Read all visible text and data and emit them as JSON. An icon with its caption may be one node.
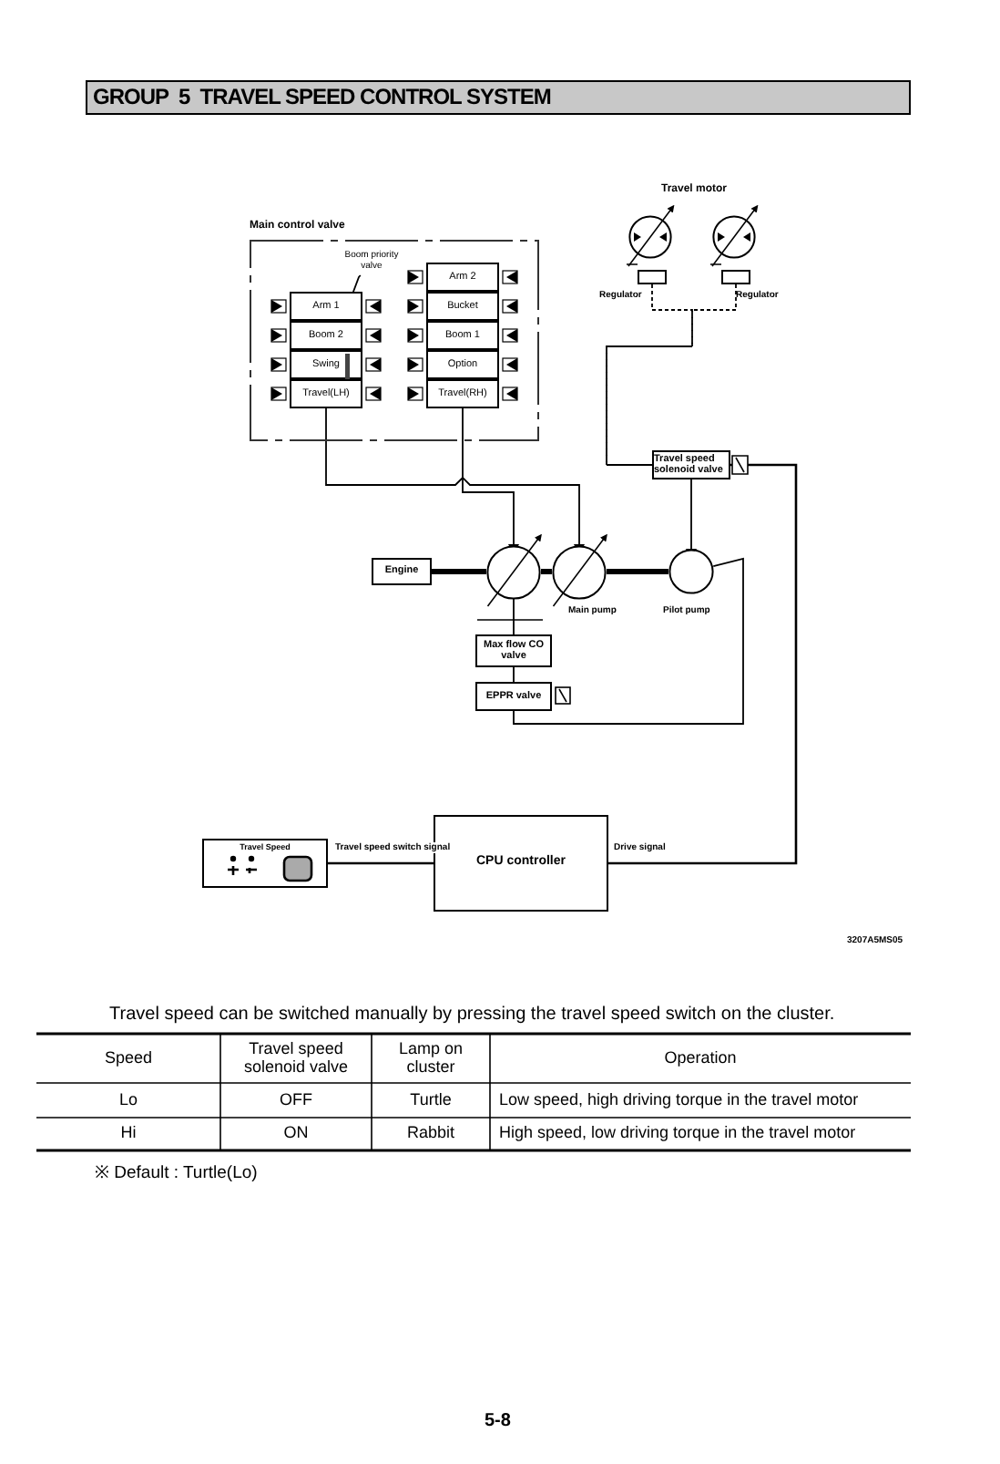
{
  "diagram": {
    "title": "GROUP  5  TRAVEL SPEED CONTROL SYSTEM",
    "nodes": [
      {
        "text": [
          "Main control valve"
        ]
      },
      {
        "text": [
          "Arm 1"
        ],
        "in": 0
      },
      {
        "text": [
          "Boom 2"
        ],
        "in": 0
      },
      {
        "text": [
          "Swing"
        ],
        "in": 0
      },
      {
        "text": [
          "Travel(LH)"
        ],
        "in": 0
      },
      {
        "text": [
          "Boom priority valve"
        ],
        "in": 0
      },
      {
        "text": [
          "Arm 2"
        ],
        "in": 0
      },
      {
        "text": [
          "Bucket"
        ],
        "in": 0
      },
      {
        "text": [
          "Boom 1"
        ],
        "in": 0
      },
      {
        "text": [
          "Option"
        ],
        "in": 0
      },
      {
        "text": [
          "Travel(RH)"
        ],
        "in": 0
      },
      {
        "text": [],
        "shape": "circle"
      },
      {
        "text": [],
        "shape": "circle"
      },
      {
        "text": [],
        "shape": "box",
        "beside": [
          "Regulator"
        ]
      },
      {
        "text": [],
        "shape": "box",
        "beside": [
          "Regulator"
        ]
      },
      {
        "text": [
          "Travel speed solenoid valve"
        ]
      },
      {
        "text": [
          "Engine"
        ]
      },
      {
        "text": [],
        "shape": "circle"
      },
      {
        "text": [],
        "shape": "circle",
        "beside": [
          "Main pump"
        ]
      },
      {
        "text": [],
        "shape": "circle",
        "beside": [
          "Pilot pump"
        ]
      },
      {
        "text": [
          "Max flow CO valve"
        ]
      },
      {
        "text": [
          "EPPR valve"
        ]
      },
      {
        "text": [
          "Travel Speed"
        ]
      },
      {
        "text": [
          "CPU controller"
        ]
      }
    ],
    "edges": [
      {
        "from": 4,
        "to": 18,
        "arrow": "to"
      },
      {
        "from": 10,
        "to": 17,
        "arrow": "to"
      },
      {
        "from": 5,
        "to": 3,
        "arrow": "none"
      },
      {
        "from": 13,
        "to": 15,
        "arrow": "none",
        "style": "dashed"
      },
      {
        "from": 14,
        "to": 15,
        "arrow": "none",
        "style": "dashed"
      },
      {
        "from": 15,
        "to": 19,
        "arrow": "to"
      },
      {
        "from": 16,
        "to": 17,
        "arrow": "none",
        "style": "thick"
      },
      {
        "from": 17,
        "to": 18,
        "arrow": "none",
        "style": "thick"
      },
      {
        "from": 18,
        "to": 19,
        "arrow": "none",
        "style": "thick"
      },
      {
        "from": 17,
        "to": 20,
        "arrow": "none"
      },
      {
        "from": 20,
        "to": 21,
        "arrow": "none"
      },
      {
        "from": 19,
        "to": 21,
        "arrow": "none"
      },
      {
        "from": 22,
        "to": 23,
        "arrow": "to",
        "label": "Travel speed switch signal"
      },
      {
        "from": 23,
        "to": 15,
        "arrow": "other",
        "label": "Drive signal"
      }
    ],
    "labels": [
      "Travel motor",
      "3207A5MS05",
      "Travel speed can be switched manually by pressing the travel speed switch on the cluster.",
      "Speed",
      "Travel speed solenoid valve",
      "Lamp on cluster",
      "Operation",
      "Lo",
      "OFF",
      "Turtle",
      "Low speed, high driving torque in the travel motor",
      "Hi",
      "ON",
      "Rabbit",
      "High speed, low driving torque in the travel motor",
      "※  Default : Turtle(Lo)",
      "5-8"
    ]
  }
}
